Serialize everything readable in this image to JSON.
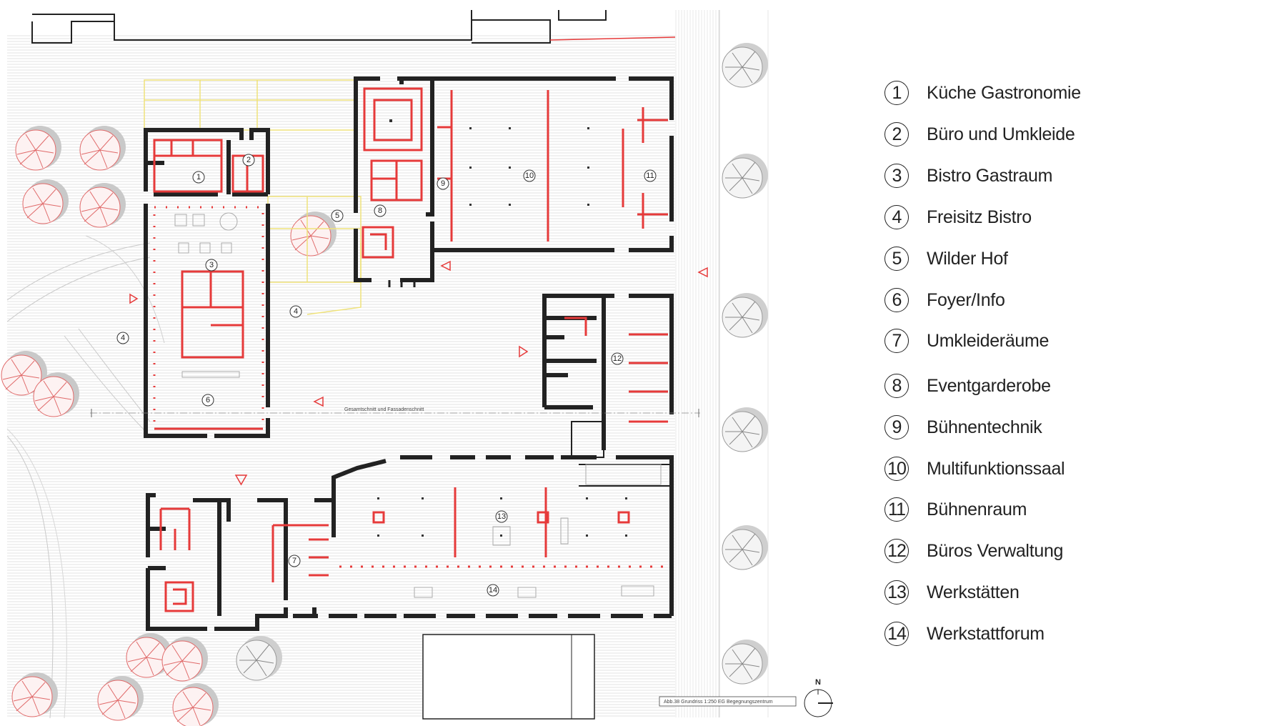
{
  "plan": {
    "room_numbers": [
      "1",
      "2",
      "3",
      "4",
      "4",
      "5",
      "6",
      "7",
      "8",
      "9",
      "10",
      "11",
      "12",
      "13",
      "14"
    ],
    "section_label": "Gesamtschnitt und Fassadenschnitt",
    "caption": "Abb.38 Grundriss 1:250 EG Begegnungszentrum",
    "north_label": "N"
  },
  "legend": [
    {
      "num": "1",
      "label": "Küche Gastronomie"
    },
    {
      "num": "2",
      "label": "Büro und Umkleide"
    },
    {
      "num": "3",
      "label": "Bistro Gastraum"
    },
    {
      "num": "4",
      "label": "Freisitz Bistro"
    },
    {
      "num": "5",
      "label": "Wilder Hof"
    },
    {
      "num": "6",
      "label": "Foyer/Info"
    },
    {
      "num": "7",
      "label": "Umkleideräume"
    },
    {
      "num": "8",
      "label": "Eventgarderobe"
    },
    {
      "num": "9",
      "label": "Bühnentechnik"
    },
    {
      "num": "10",
      "label": "Multifunktionssaal"
    },
    {
      "num": "11",
      "label": "Bühnenraum"
    },
    {
      "num": "12",
      "label": "Büros Verwaltung"
    },
    {
      "num": "13",
      "label": "Werkstätten"
    },
    {
      "num": "14",
      "label": "Werkstattforum"
    }
  ],
  "colors": {
    "wall": "#222222",
    "new_elements": "#e63a3a",
    "landscape": "#efe27a",
    "hatch": "#d6d6d6"
  }
}
